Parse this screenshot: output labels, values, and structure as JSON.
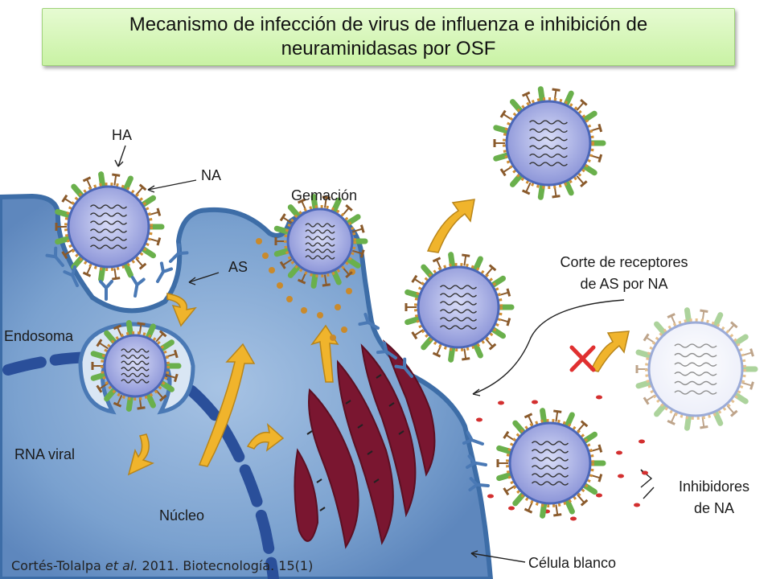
{
  "title": "Mecanismo de infección de virus de influenza e inhibición de neuraminidasas por OSF",
  "labels": {
    "ha": "HA",
    "na": "NA",
    "gemacion": "Gemación",
    "as": "AS",
    "endosoma": "Endosoma",
    "rna_viral": "RNA viral",
    "nucleo": "Núcleo",
    "corte_line1": "Corte de receptores",
    "corte_line2": "de  AS por NA",
    "inhibidores_line1": "Inhibidores",
    "inhibidores_line2": "de NA",
    "celula_blanco": "Célula blanco"
  },
  "citation": {
    "authors": "Cortés-Tolalpa ",
    "etal": "et al.",
    "rest": "  2011. Biotecnología. 15(1)"
  },
  "colors": {
    "cell_fill": "#6f98c9",
    "cell_edge": "#3d6da7",
    "virus_core": "#8f98d8",
    "virus_ring": "#4b67b8",
    "ha_spike": "#6ab04c",
    "na_spike": "#8a5a2b",
    "golgi": "#7a1630",
    "arrow": "#f0b42c",
    "cross": "#e03030"
  }
}
